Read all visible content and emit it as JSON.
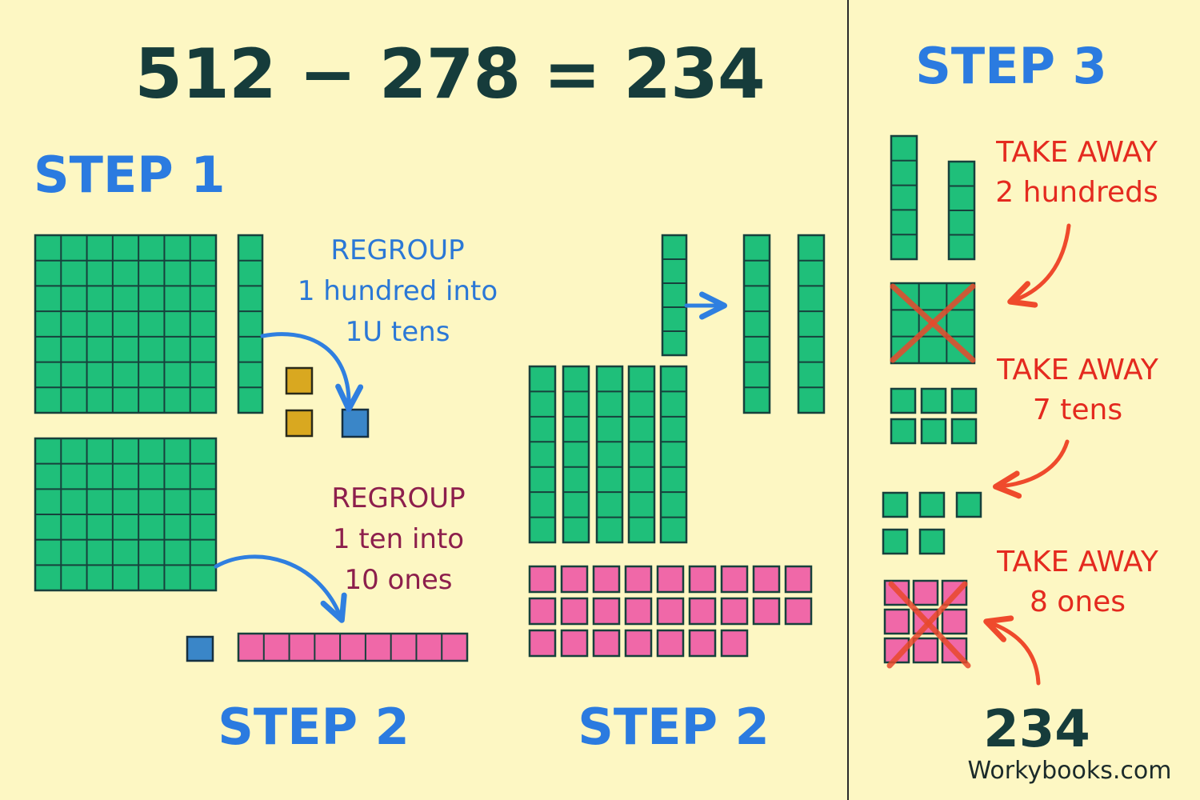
{
  "equation": "512 − 278 = 234",
  "steps": {
    "step1": "STEP 1",
    "step2_left": "STEP 2",
    "step2_right": "STEP 2",
    "step3": "STEP 3"
  },
  "notes": {
    "regroup_hundred": [
      "REGROUP",
      "1 hundred into",
      "1U tens"
    ],
    "regroup_ten": [
      "REGROUP",
      "1 ten into",
      "10 ones"
    ],
    "take_hundreds": [
      "TAKE AWAY",
      "2 hundreds"
    ],
    "take_tens": [
      "TAKE AWAY",
      "7 tens"
    ],
    "take_ones": [
      "TAKE AWAY",
      "8 ones"
    ]
  },
  "answer": "234",
  "site": "Workybooks.com",
  "colors": {
    "background": "#fdf7c3",
    "block_green": "#1fbf7a",
    "block_stroke": "#17413c",
    "ones_pink": "#f068a8",
    "ones_blue": "#3a86c8",
    "ones_yellow": "#d9a820",
    "arrow_blue": "#2f7fe0",
    "arrow_red": "#ef4a2c",
    "cross_red": "#e8492c",
    "divider": "#2a2a2a"
  }
}
